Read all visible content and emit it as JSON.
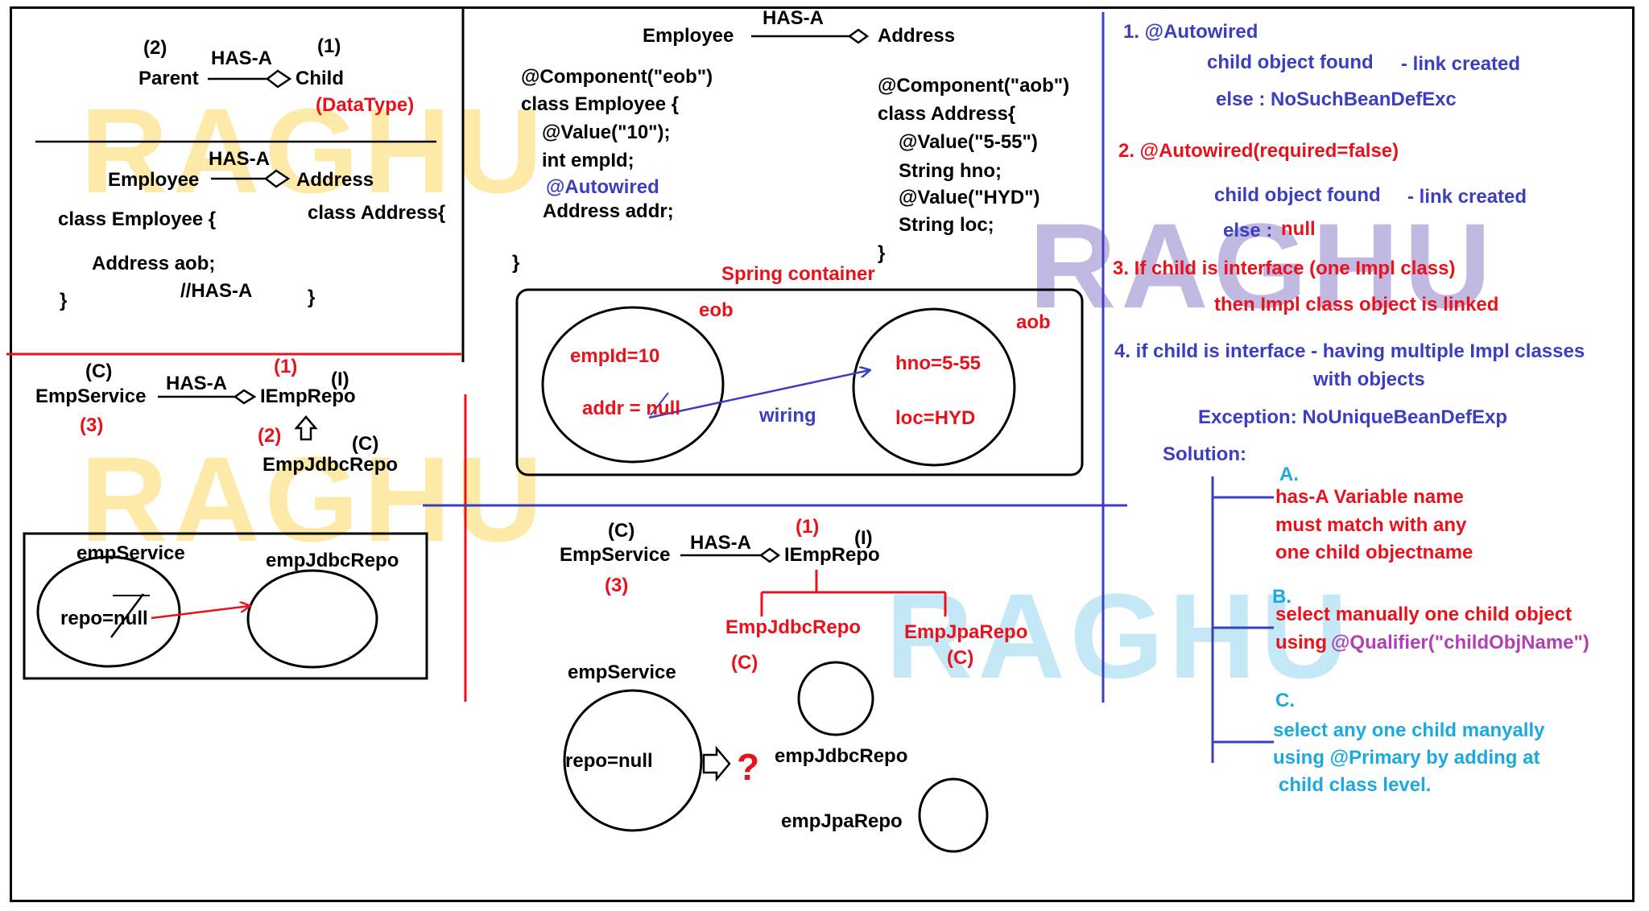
{
  "watermark": "RAGHU",
  "panel_top_left": {
    "label_2": "(2)",
    "has_a": "HAS-A",
    "label_1": "(1)",
    "parent": "Parent",
    "child": "Child",
    "datatype": "(DataType)",
    "has_a_2": "HAS-A",
    "employee": "Employee",
    "address": "Address",
    "class_employee": "class Employee {",
    "class_address": "class Address{",
    "address_aob": "Address   aob;",
    "has_a_comment": "//HAS-A",
    "brace_left": "}",
    "brace_right": "}"
  },
  "panel_bottom_left": {
    "c_label": "(C)",
    "has_a": "HAS-A",
    "one_label": "(1)",
    "i_label": "(I)",
    "emp_service": "EmpService",
    "iemp_repo": "IEmpRepo",
    "three_label": "(3)",
    "two_label": "(2)",
    "c_label_2": "(C)",
    "emp_jdbc_repo": "EmpJdbcRepo",
    "emp_service_obj": "empService",
    "emp_jdbc_repo_obj": "empJdbcRepo",
    "repo_null": "repo=null"
  },
  "panel_top_middle": {
    "employee": "Employee",
    "has_a": "HAS-A",
    "address": "Address",
    "employee_code": [
      "@Component(\"eob\")",
      "class Employee {",
      "@Value(\"10\");",
      "int empId;",
      "@Autowired",
      "Address  addr;",
      "}"
    ],
    "address_code": [
      "@Component(\"aob\")",
      "class Address{",
      "@Value(\"5-55\")",
      "String hno;",
      "@Value(\"HYD\")",
      "String loc;",
      "}"
    ],
    "spring_container": "Spring container",
    "eob": "eob",
    "aob": "aob",
    "emp_id": "empId=10",
    "addr_null": "addr = null",
    "wiring": "wiring",
    "hno": "hno=5-55",
    "loc": "loc=HYD"
  },
  "panel_bottom_middle": {
    "c_label": "(C)",
    "has_a": "HAS-A",
    "one_label": "(1)",
    "i_label": "(I)",
    "emp_service": "EmpService",
    "iemp_repo": "IEmpRepo",
    "three_label": "(3)",
    "emp_jdbc_repo": "EmpJdbcRepo",
    "emp_jpa_repo": "EmpJpaRepo",
    "c_jdbc": "(C)",
    "c_jpa": "(C)",
    "emp_service_obj": "empService",
    "repo_null": "repo=null",
    "question": "?",
    "emp_jdbc_repo_obj": "empJdbcRepo",
    "emp_jpa_repo_obj": "empJpaRepo"
  },
  "panel_right": {
    "p1_title": "1. @Autowired",
    "p1_found": "child object found",
    "p1_link": "- link created",
    "p1_else": "else : NoSuchBeanDefExc",
    "p2_title": "2. @Autowired(required=false)",
    "p2_found": "child object found",
    "p2_link": "- link created",
    "p2_else": "else :",
    "p2_null": "null",
    "p3_title": "3. If child is interface (one Impl class)",
    "p3_then": "then Impl class object is linked",
    "p4_title": "4.  if child is interface - having multiple Impl classes",
    "p4_with": "with objects",
    "p4_exception": "Exception: NoUniqueBeanDefExp",
    "solution": "Solution:",
    "a_label": "A.",
    "a_line1": "has-A Variable name",
    "a_line2": "must match with any",
    "a_line3": "one child objectname",
    "b_label": "B.",
    "b_line1": "select manually one child object",
    "b_using": "using",
    "b_qualifier": "@Qualifier(\"childObjName\")",
    "c_label": "C.",
    "c_line1": "select any one child manyally",
    "c_line2": "using  @Primary by adding at",
    "c_line3": "child class level."
  },
  "colors": {
    "red": "#e8121c",
    "blue": "#3b3fbf",
    "cyan": "#1ba9e0",
    "purple": "#b03fb5",
    "watermark_yellow": "#fde79a",
    "watermark_purple": "#b8addf",
    "watermark_cyan": "#bfe6f7"
  }
}
